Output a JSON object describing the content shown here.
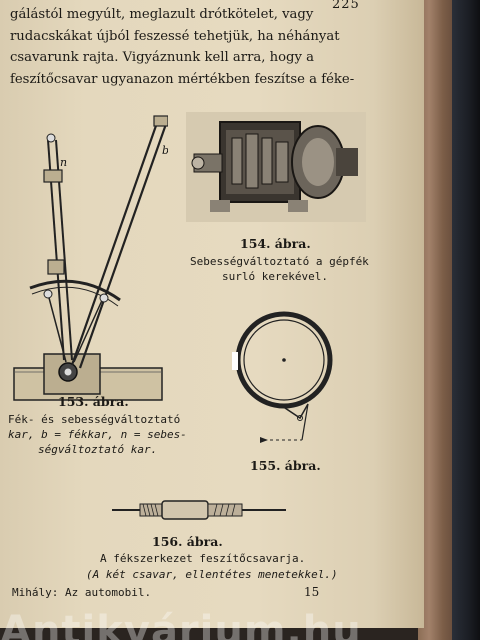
{
  "page_number": "225",
  "body_lines": [
    "gálástól megyúlt, meglazult drótkötelet, vagy",
    "rudacskákat újból feszessé tehetjük, ha néhányat",
    "csavarunk rajta. Vigyáznunk kell arra, hogy a",
    "feszítőcsavar ugyanazon mértékben feszítse a féke-"
  ],
  "figures": {
    "fig153": {
      "number": "153. ábra.",
      "caption": [
        "Fék- és sebességváltoztató",
        "kar, b = fékkar, n = sebes-",
        "ségváltoztató kar."
      ],
      "label_n": "n",
      "label_b": "b"
    },
    "fig154": {
      "number": "154. ábra.",
      "caption": [
        "Sebességváltoztató a gépfék",
        "surló kerekével."
      ]
    },
    "fig155": {
      "number": "155. ábra."
    },
    "fig156": {
      "number": "156. ábra.",
      "caption": [
        "A fékszerkezet feszítőcsavarja.",
        "(A két csavar, ellentétes menetekkel.)"
      ]
    }
  },
  "footer": {
    "left": "Mihály: Az automobil.",
    "right": "15"
  },
  "watermark": "Antikvárium.hu"
}
